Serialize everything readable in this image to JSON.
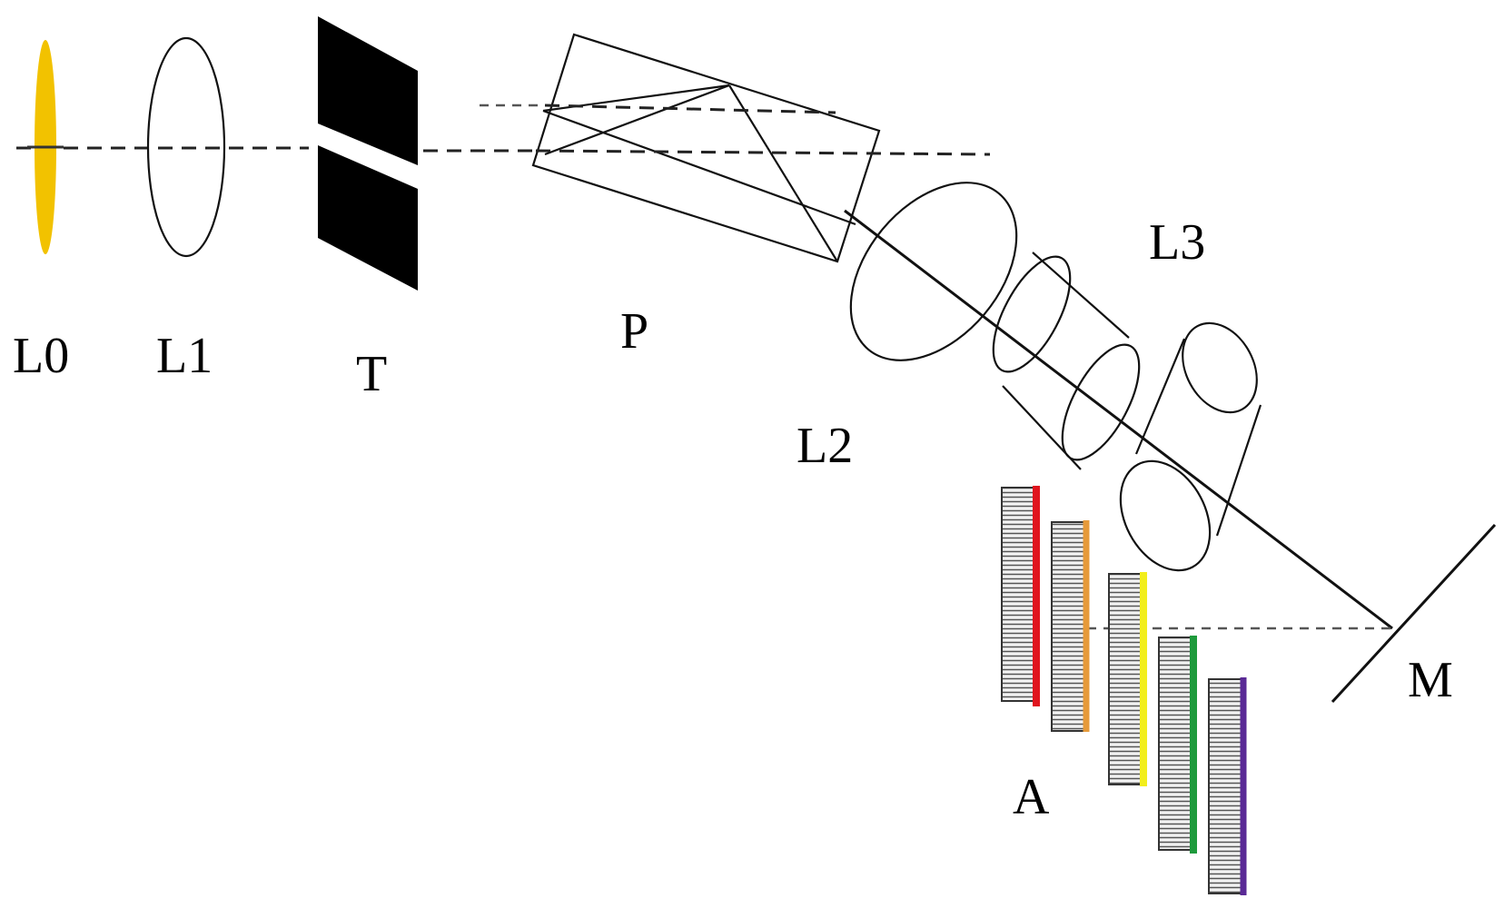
{
  "labels": {
    "l0": "L0",
    "l1": "L1",
    "t": "T",
    "p": "P",
    "l2": "L2",
    "l3": "L3",
    "m": "M",
    "a": "A"
  },
  "colors": {
    "source_lens": "#F2C200",
    "stop_fill": "#000000",
    "array_red": "#E0141E",
    "array_orange": "#E69A3A",
    "array_yellow": "#F2EE1C",
    "array_green": "#1E9A3C",
    "array_violet": "#5A2A96"
  }
}
